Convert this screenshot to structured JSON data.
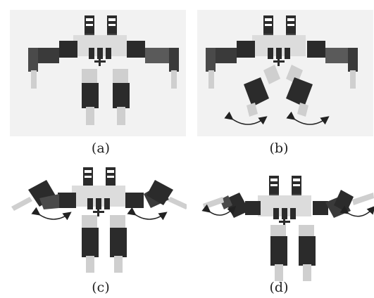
{
  "figure": {
    "captions": {
      "a": "(a)",
      "b": "(b)",
      "c": "(c)",
      "d": "(d)"
    }
  },
  "colors": {
    "dark_block": "#2b2b2b",
    "mid_block": "#4a4a4a",
    "light_limb": "#cfcfcf",
    "torso": "#dcdcdc",
    "background": "#f2f2f2",
    "arrow": "#222222"
  }
}
